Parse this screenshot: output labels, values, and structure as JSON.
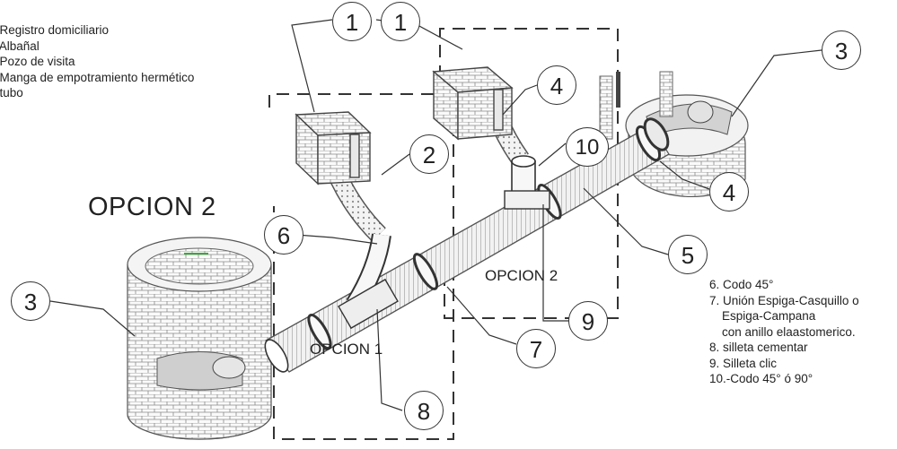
{
  "legend_left": [
    ". Registro domiciliario",
    ". Albañal",
    ". Pozo de visita",
    ". Manga de  empotramiento hermético",
    ". tubo"
  ],
  "legend_right": [
    "6. Codo 45°",
    "7. Unión Espiga-Casquillo o",
    "Espiga-Campana",
    "con anillo elaastomerico.",
    "8. silleta cementar",
    "9. Silleta clic",
    "10.-Codo 45° ó 90°"
  ],
  "title_option2": "OPCION 2",
  "zone_option1": "OPCION 1",
  "zone_option2": "OPCION 2",
  "callouts": {
    "c1a": "1",
    "c1b": "1",
    "c2": "2",
    "c3a": "3",
    "c3b": "3",
    "c4a": "4",
    "c4b": "4",
    "c5": "5",
    "c6": "6",
    "c7": "7",
    "c8": "8",
    "c9": "9",
    "c10": "10"
  },
  "colors": {
    "line": "#333333",
    "pipe_fill": "#f4f4f4",
    "accent_green": "#3aa83a"
  }
}
